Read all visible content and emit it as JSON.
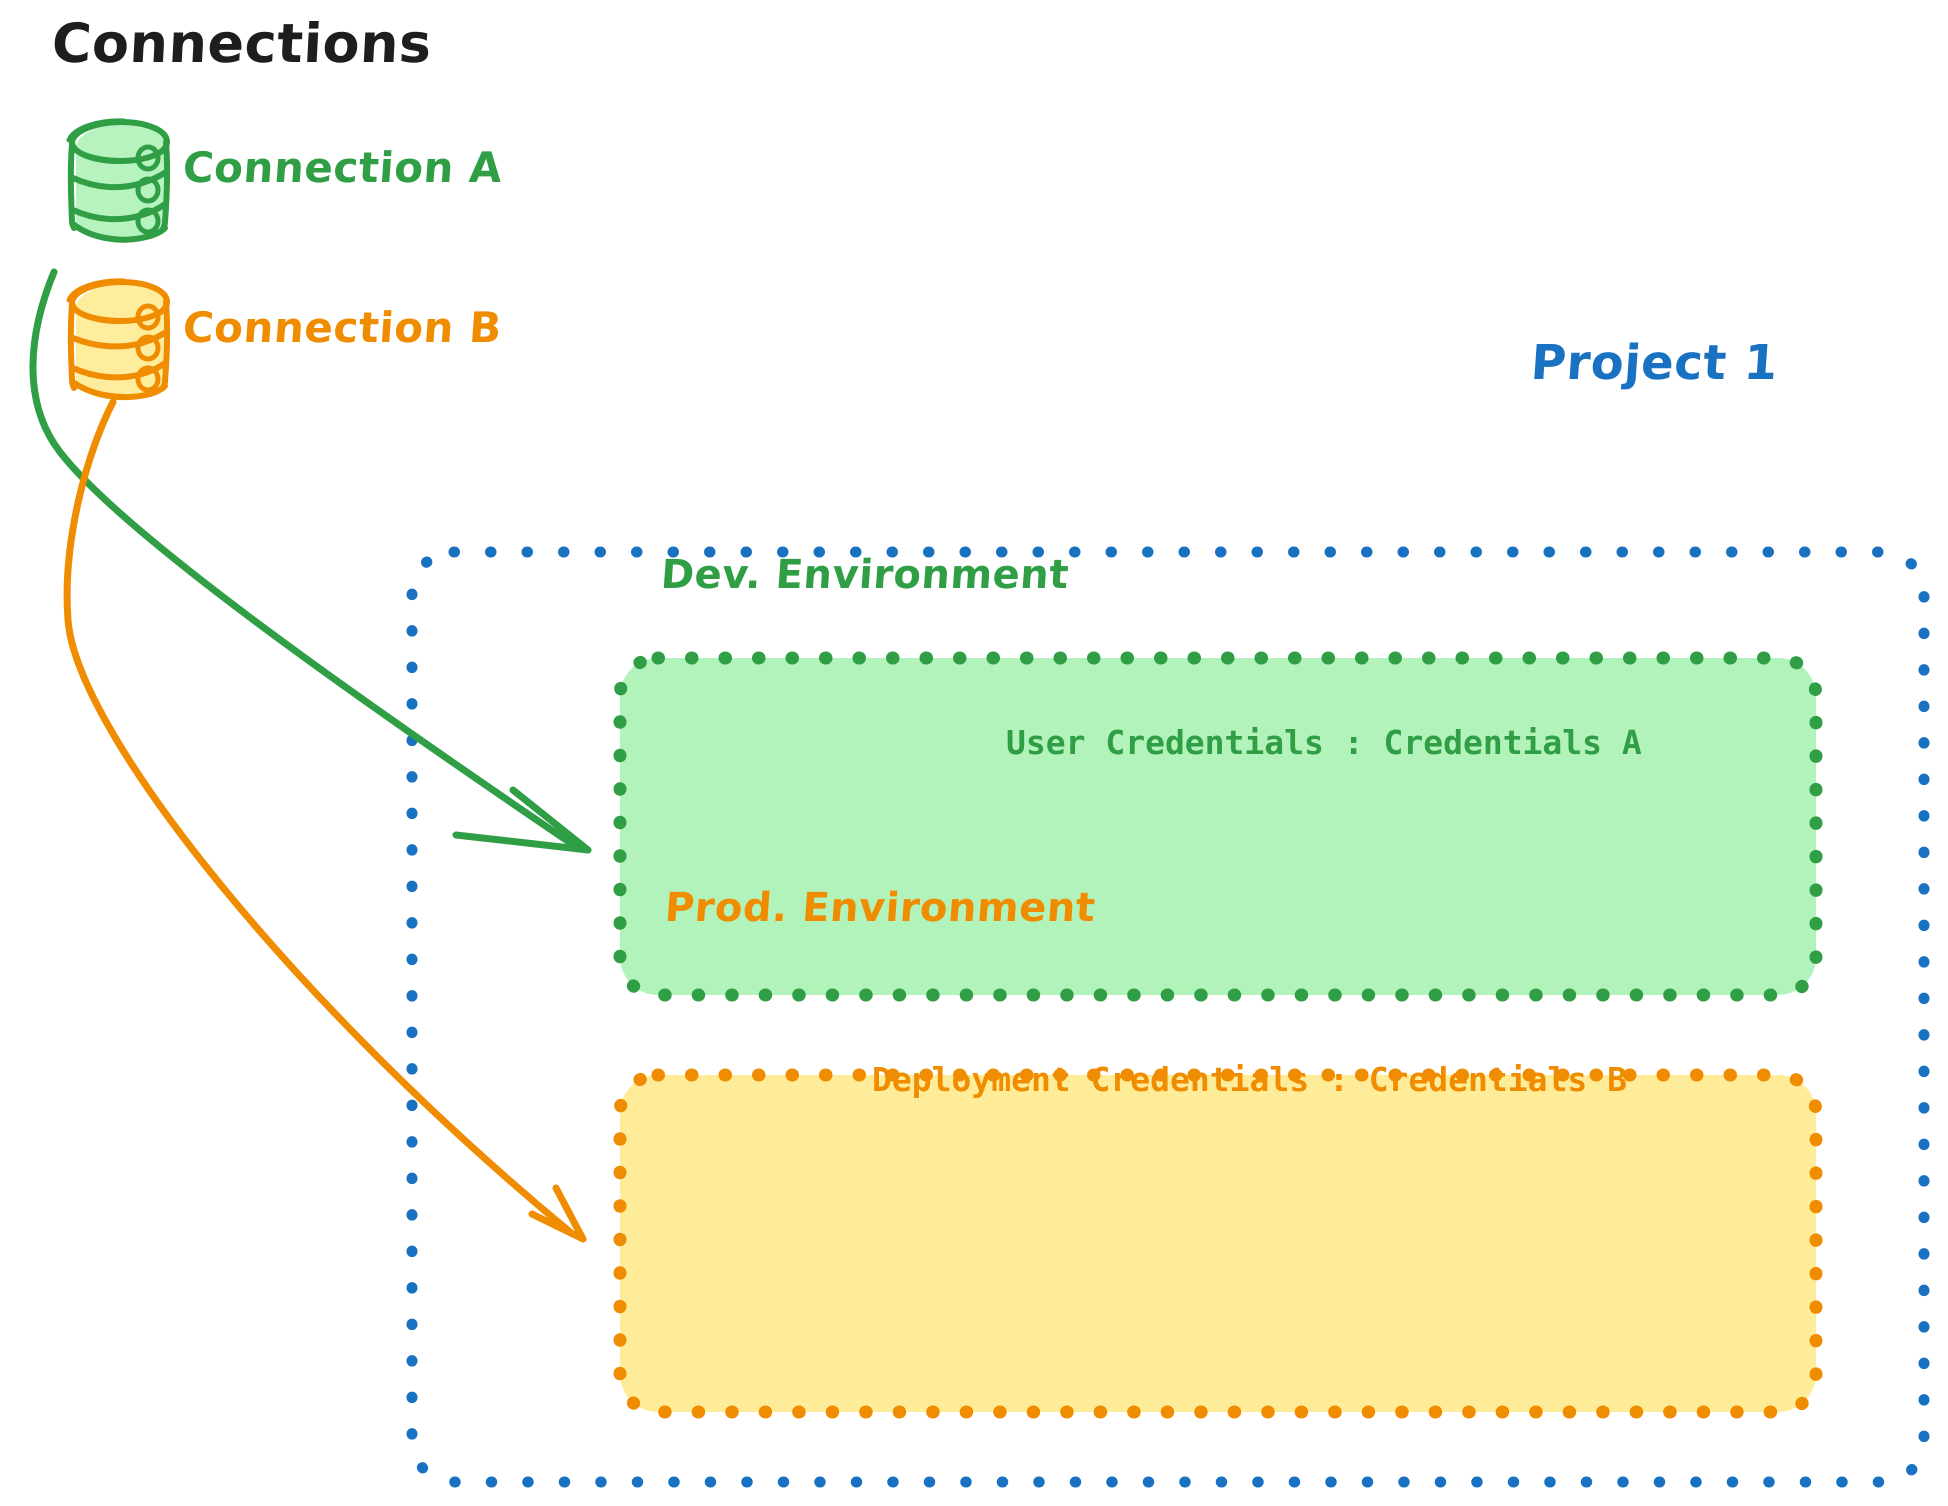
{
  "diagram": {
    "title": "Connections",
    "background": "#ffffff"
  },
  "connections": {
    "heading": "Connections",
    "items": [
      {
        "id": "connection-a",
        "label": "Connection A",
        "icon": "database-cylinder-icon",
        "color": "#2f9e44",
        "fill": "#b2f2bb"
      },
      {
        "id": "connection-b",
        "label": "Connection B",
        "icon": "database-cylinder-icon",
        "color": "#f08c00",
        "fill": "#ffec99"
      }
    ]
  },
  "project": {
    "title": "Project 1",
    "color": "#1971c2",
    "border_style": "dotted",
    "environments": [
      {
        "id": "dev-environment",
        "name": "Dev. Environment",
        "credentials_label": "User Credentials",
        "credentials_separator": ":",
        "credentials_value": "Credentials A",
        "credentials_text": "User Credentials : Credentials A",
        "color": "#2f9e44",
        "fill": "#b2f2bb",
        "border_style": "dotted"
      },
      {
        "id": "prod-environment",
        "name": "Prod. Environment",
        "credentials_label": "Deployment Credentials",
        "credentials_separator": ":",
        "credentials_value": "Credentials B",
        "credentials_text": "Deployment Credentials : Credentials B",
        "color": "#f08c00",
        "fill": "#ffec99",
        "border_style": "dotted"
      }
    ]
  },
  "arrows": [
    {
      "id": "arrow-connection-a-to-dev",
      "from": "connection-a",
      "to": "dev-environment",
      "color": "#2f9e44"
    },
    {
      "id": "arrow-connection-b-to-prod",
      "from": "connection-b",
      "to": "prod-environment",
      "color": "#f08c00"
    }
  ],
  "colors": {
    "green_stroke": "#2f9e44",
    "green_fill": "#b2f2bb",
    "orange_stroke": "#f08c00",
    "orange_fill": "#ffec99",
    "blue_stroke": "#1971c2",
    "black_text": "#1e1e1e"
  }
}
